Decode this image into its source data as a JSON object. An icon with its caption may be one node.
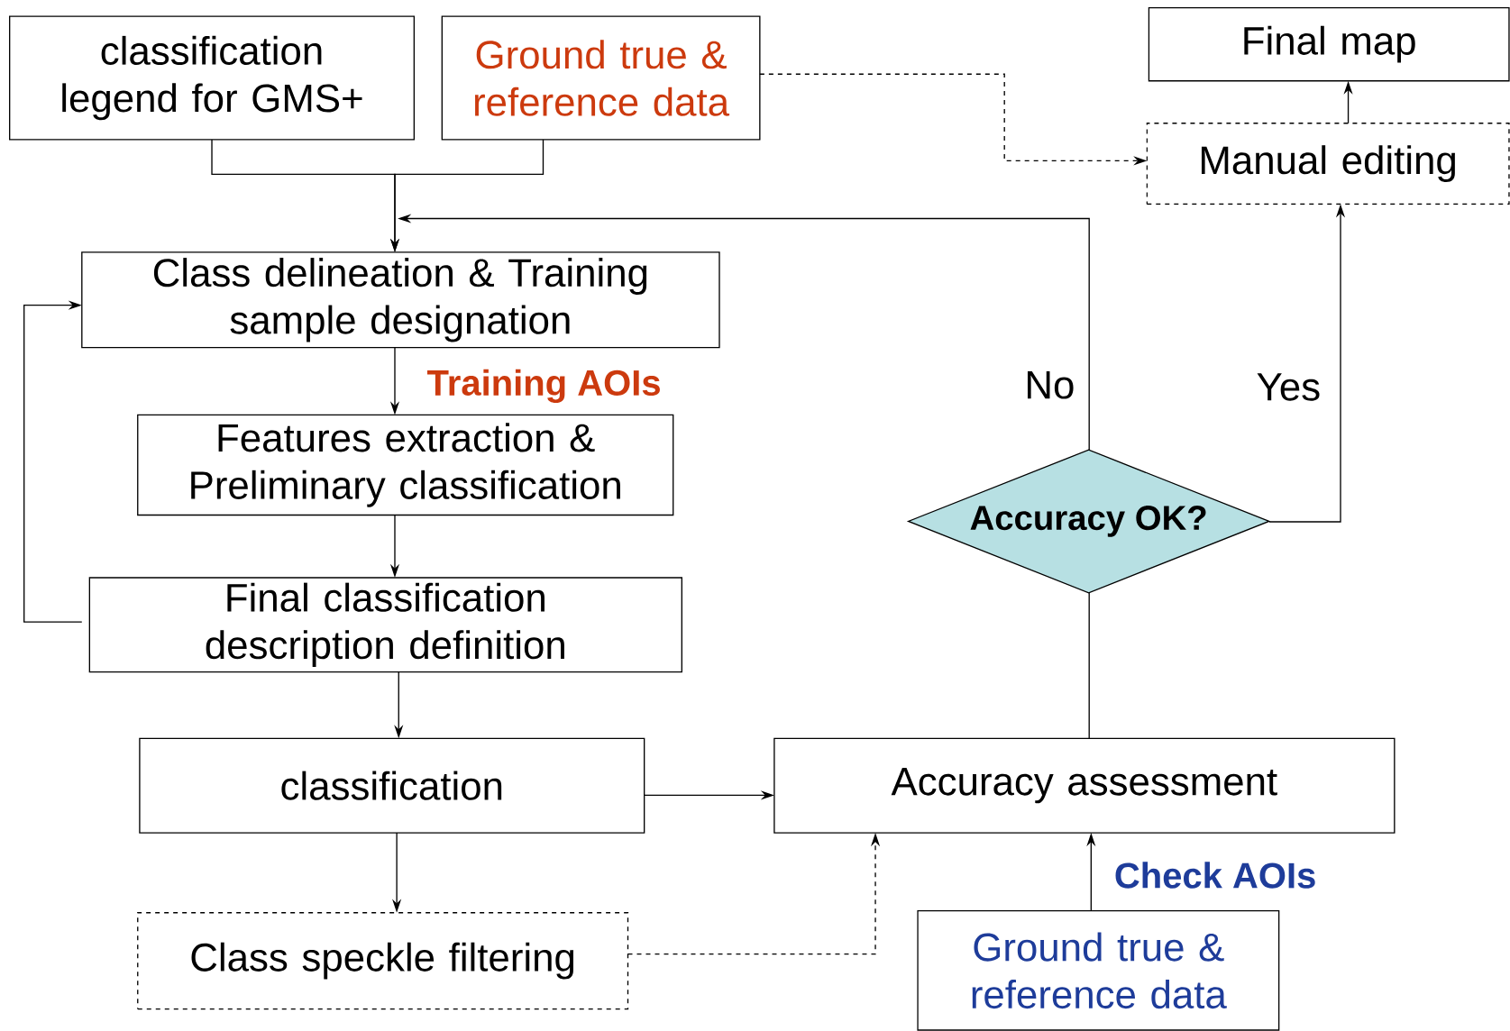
{
  "diagram": {
    "nodes": [
      {
        "text": [
          "classification legend for GMS+"
        ]
      },
      {
        "text": [
          "Ground true & reference data"
        ]
      },
      {
        "text": [
          "Final map"
        ]
      },
      {
        "text": [
          "Manual editing"
        ]
      },
      {
        "text": [
          "Class delineation & Training sample designation"
        ]
      },
      {
        "text": [
          "Features extraction & Preliminary classification"
        ]
      },
      {
        "text": [
          "Final classification description definition"
        ]
      },
      {
        "text": [
          "Accuracy OK?"
        ]
      },
      {
        "text": [
          "classification"
        ]
      },
      {
        "text": [
          "Accuracy assessment"
        ]
      },
      {
        "text": [
          "Class speckle filtering"
        ]
      },
      {
        "text": [
          "Ground true & reference data"
        ]
      }
    ],
    "edges": [
      {
        "from": 0,
        "to": 4,
        "arrow": "to"
      },
      {
        "from": 1,
        "to": 4,
        "arrow": "to"
      },
      {
        "from": 1,
        "to": 3,
        "arrow": "to",
        "style": "dashed"
      },
      {
        "from": 3,
        "to": 2,
        "arrow": "to"
      },
      {
        "from": 7,
        "to": 4,
        "arrow": "to",
        "label": "No"
      },
      {
        "from": 7,
        "to": 3,
        "arrow": "to",
        "label": "Yes"
      },
      {
        "from": 4,
        "to": 5,
        "arrow": "to",
        "label": "Training AOIs"
      },
      {
        "from": 5,
        "to": 6,
        "arrow": "to"
      },
      {
        "from": 6,
        "to": 4,
        "arrow": "to"
      },
      {
        "from": 6,
        "to": 8,
        "arrow": "to"
      },
      {
        "from": 8,
        "to": 9,
        "arrow": "to"
      },
      {
        "from": 9,
        "to": 7,
        "arrow": "none"
      },
      {
        "from": 8,
        "to": 10,
        "arrow": "to"
      },
      {
        "from": 10,
        "to": 9,
        "arrow": "to",
        "style": "dashed"
      },
      {
        "from": 11,
        "to": 9,
        "arrow": "to",
        "label": "Check AOIs"
      }
    ]
  }
}
